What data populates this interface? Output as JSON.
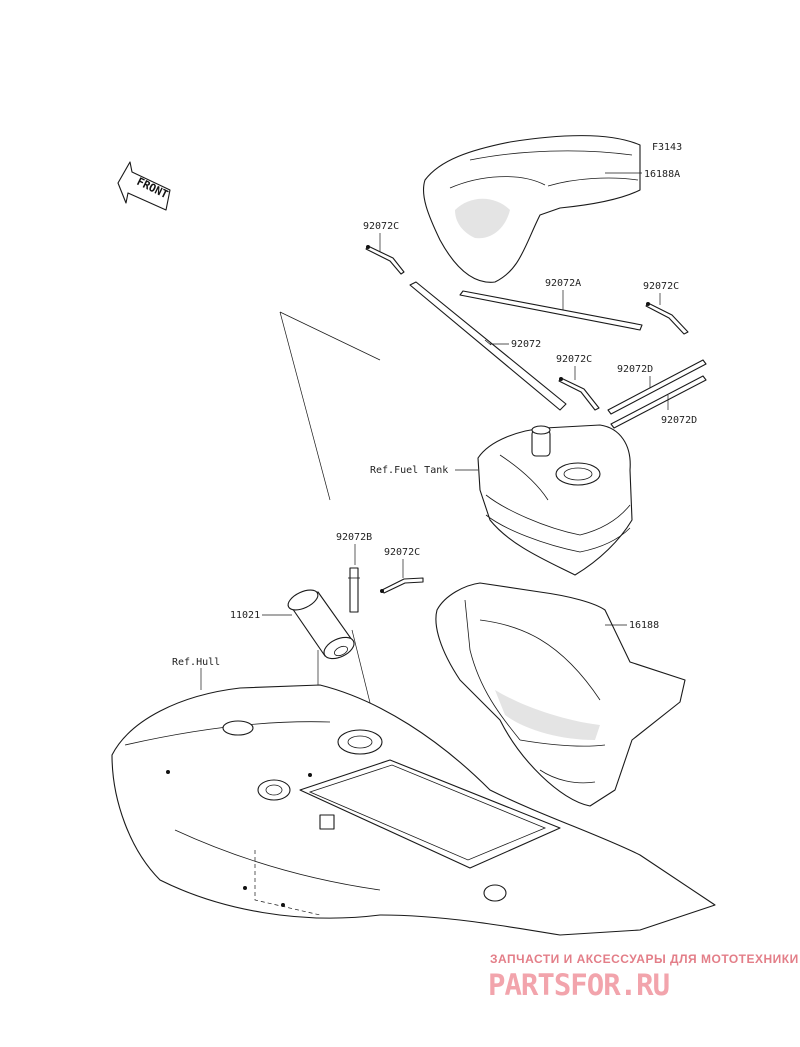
{
  "diagram": {
    "figure_code": "F3143",
    "front_indicator": "FRONT",
    "callouts": {
      "seat_cover": "16188A",
      "strap_c_top_left": "92072C",
      "strap_a": "92072A",
      "strap_c_top_right": "92072C",
      "strap_main": "92072",
      "strap_c_mid": "92072C",
      "strap_d_upper": "92072D",
      "strap_d_lower": "92072D",
      "ref_fuel_tank": "Ref.Fuel Tank",
      "strap_b": "92072B",
      "strap_c_lower": "92072C",
      "oil_filter": "11021",
      "storage_bin": "16188",
      "ref_hull": "Ref.Hull"
    }
  },
  "watermark": {
    "tagline": "ЗАПЧАСТИ И АКСЕССУАРЫ ДЛЯ МОТОТЕХНИКИ",
    "brand": "PARTSFOR.RU"
  }
}
